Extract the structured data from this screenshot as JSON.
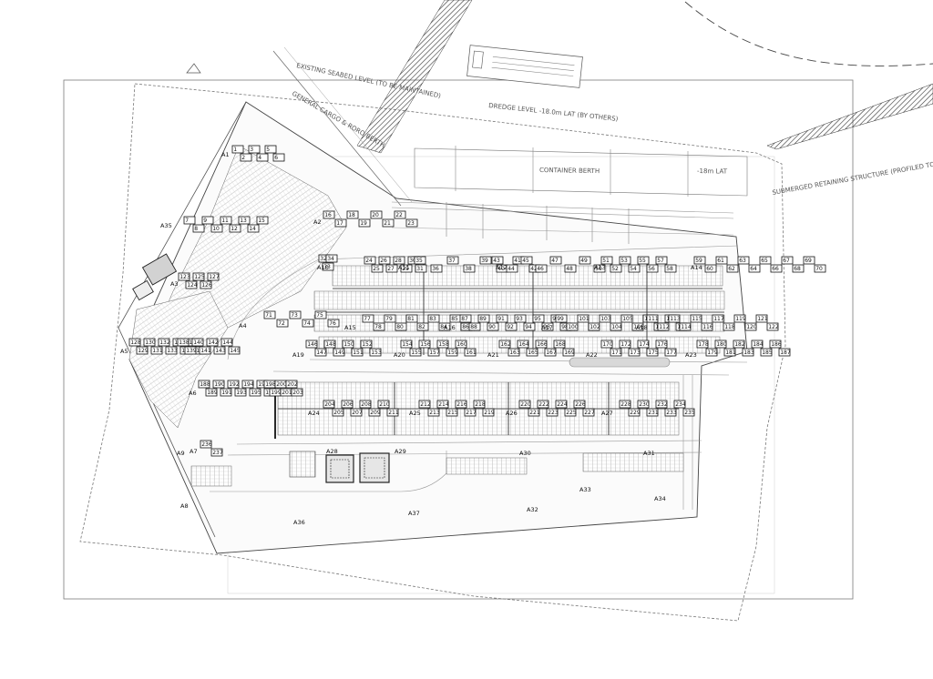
{
  "notes": {
    "seabed": "EXISTING SEABED LEVEL (TO BE MAINTAINED)",
    "general_cargo": "GENERAL CARGO & RORO BERTH",
    "dredge": "DREDGE LEVEL -18.0m LAT (BY OTHERS)",
    "container_berth": "CONTAINER BERTH",
    "lat": "-18m LAT",
    "retaining": "SUBMERGED RETAINING STRUCTURE (PROFILED TO EXISTING SEABED LEVEL)"
  },
  "areas": [
    "A1",
    "A2",
    "A3",
    "A4",
    "A5",
    "A6",
    "A7",
    "A8",
    "A9",
    "A10",
    "A11",
    "A12",
    "A13",
    "A14",
    "A15",
    "A16",
    "A17",
    "A18",
    "A19",
    "A20",
    "A21",
    "A22",
    "A23",
    "A24",
    "A25",
    "A26",
    "A27",
    "A28",
    "A29",
    "A30",
    "A31",
    "A32",
    "A33",
    "A34",
    "A35",
    "A36",
    "A37"
  ],
  "tags": [
    "1",
    "2",
    "3",
    "4",
    "5",
    "6",
    "7",
    "8",
    "9",
    "10",
    "11",
    "12",
    "13",
    "14",
    "15",
    "16",
    "17",
    "18",
    "19",
    "20",
    "21",
    "22",
    "23",
    "24",
    "25",
    "26",
    "27",
    "28",
    "29",
    "30",
    "31",
    "32",
    "33",
    "34",
    "35",
    "36",
    "37",
    "38",
    "39",
    "40",
    "41",
    "42",
    "43",
    "44",
    "45",
    "46",
    "47",
    "48",
    "49",
    "50",
    "51",
    "52",
    "53",
    "54",
    "55",
    "56",
    "57",
    "58",
    "59",
    "60",
    "61",
    "62",
    "63",
    "64",
    "65",
    "66",
    "67",
    "68",
    "69",
    "70",
    "71",
    "72",
    "73",
    "74",
    "75",
    "76",
    "77",
    "78",
    "79",
    "80",
    "81",
    "82",
    "83",
    "84",
    "85",
    "86",
    "87",
    "88",
    "89",
    "90",
    "91",
    "92",
    "93",
    "94",
    "95",
    "96",
    "97",
    "98",
    "99",
    "100",
    "101",
    "102",
    "103",
    "104",
    "105",
    "106",
    "107",
    "108",
    "109",
    "110",
    "111",
    "112",
    "113",
    "114",
    "115",
    "116",
    "117",
    "118",
    "119",
    "120",
    "121",
    "122",
    "123",
    "124",
    "125",
    "126",
    "127",
    "128",
    "129",
    "130",
    "131",
    "132",
    "133",
    "134",
    "135",
    "136",
    "137",
    "138",
    "139",
    "140",
    "141",
    "142",
    "143",
    "144",
    "145",
    "146",
    "147",
    "148",
    "149",
    "150",
    "151",
    "152",
    "153",
    "154",
    "155",
    "156",
    "157",
    "158",
    "159",
    "160",
    "161",
    "162",
    "163",
    "164",
    "165",
    "166",
    "167",
    "168",
    "169",
    "170",
    "171",
    "172",
    "173",
    "174",
    "175",
    "176",
    "177",
    "178",
    "179",
    "180",
    "181",
    "182",
    "183",
    "184",
    "185",
    "186",
    "187",
    "188",
    "189",
    "190",
    "191",
    "192",
    "193",
    "194",
    "195",
    "196",
    "197",
    "198",
    "199",
    "200",
    "201",
    "202",
    "203",
    "204",
    "205",
    "206",
    "207",
    "208",
    "209",
    "210",
    "211",
    "212",
    "213",
    "214",
    "215",
    "216",
    "217",
    "218",
    "219",
    "220",
    "221",
    "222",
    "223",
    "224",
    "225",
    "226",
    "227",
    "228",
    "229",
    "230",
    "231",
    "232",
    "233",
    "234",
    "235",
    "236",
    "237"
  ]
}
